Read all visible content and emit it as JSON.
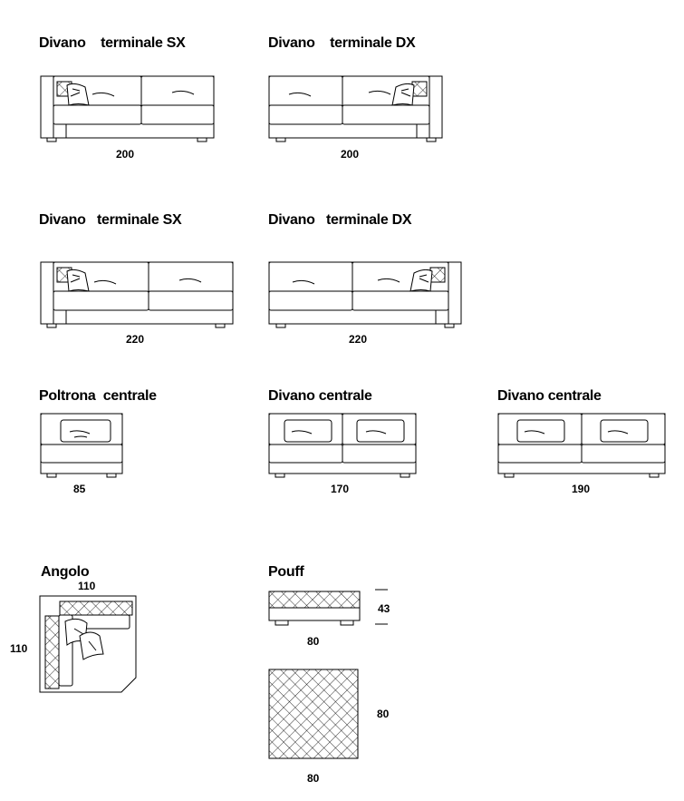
{
  "modules": [
    {
      "id": "sx200",
      "title": "Divano    terminale SX",
      "dimension": "200"
    },
    {
      "id": "dx200",
      "title": "Divano    terminale DX",
      "dimension": "200"
    },
    {
      "id": "sx220",
      "title": "Divano   terminale SX",
      "dimension": "220"
    },
    {
      "id": "dx220",
      "title": "Divano   terminale DX",
      "dimension": "220"
    },
    {
      "id": "poltrona",
      "title": "Poltrona  centrale",
      "dimension": "85"
    },
    {
      "id": "centrale170",
      "title": "Divano centrale",
      "dimension": "170"
    },
    {
      "id": "centrale190",
      "title": "Divano centrale",
      "dimension": "190"
    },
    {
      "id": "angolo",
      "title": "Angolo",
      "dimension_width": "110",
      "dimension_depth": "110"
    },
    {
      "id": "pouff",
      "title": "Pouff",
      "dimension_height": "43",
      "dimension_width": "80",
      "dimension_top_width": "80",
      "dimension_top_depth": "80"
    }
  ]
}
